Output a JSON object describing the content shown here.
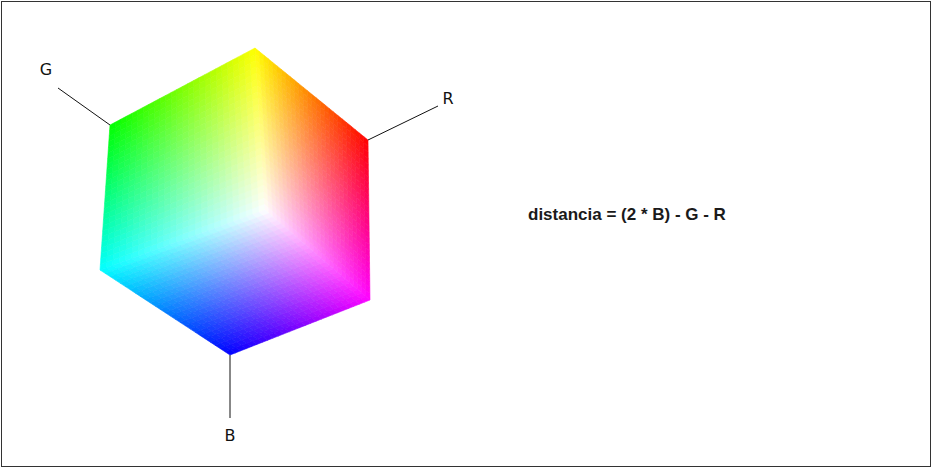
{
  "diagram": {
    "labels": [
      "G",
      "R",
      "B",
      "distancia = (2 * B) - G - R"
    ]
  }
}
